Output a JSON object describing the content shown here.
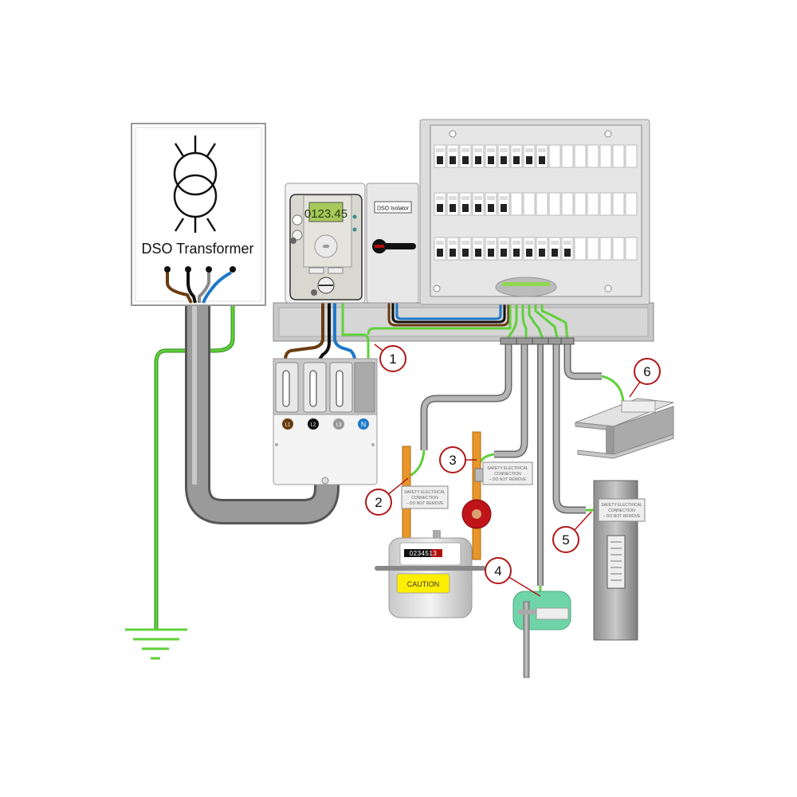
{
  "transformer": {
    "label": "DSO Transformer"
  },
  "meter": {
    "display": "0123.45"
  },
  "isolator": {
    "label": "DSO Isolator"
  },
  "cutout": {
    "terminals": [
      "L1",
      "L2",
      "L3",
      "N"
    ]
  },
  "callouts": [
    "1",
    "2",
    "3",
    "4",
    "5",
    "6"
  ],
  "safety_label": {
    "line1": "SAFETY ELECTRICAL",
    "line2": "CONNECTION",
    "line3": "– DO NOT REMOVE"
  },
  "gas_meter": {
    "reading": "0234513",
    "caution": "CAUTION"
  },
  "colors": {
    "earth": "#5fd13a",
    "l1_brown": "#6b3b10",
    "l2_black": "#111111",
    "l3_grey": "#8a8a8a",
    "neutral_blue": "#1e78c8",
    "copper_pipe": "#e8962a",
    "callout_ring": "#b01818",
    "valve_red": "#c0141a"
  }
}
